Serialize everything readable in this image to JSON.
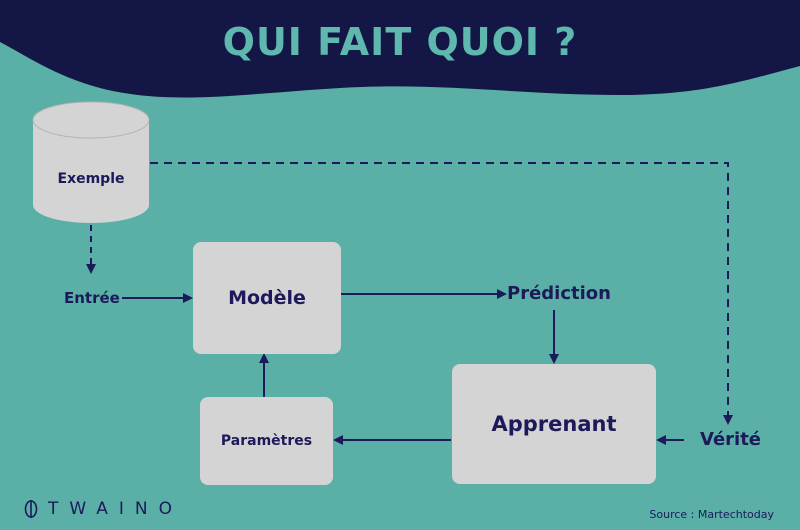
{
  "title": "QUI FAIT QUOI ?",
  "nodes": {
    "exemple": "Exemple",
    "entree": "Entrée",
    "modele": "Modèle",
    "prediction": "Prédiction",
    "apprenant": "Apprenant",
    "parametres": "Paramètres",
    "verite": "Vérité"
  },
  "footer": {
    "logo": "TWAINO",
    "source": "Source : Martechtoday"
  },
  "colors": {
    "background": "#5aafa6",
    "header": "#141646",
    "title": "#5fb8ae",
    "box": "#d4d4d4",
    "ink": "#1c1a5a"
  }
}
